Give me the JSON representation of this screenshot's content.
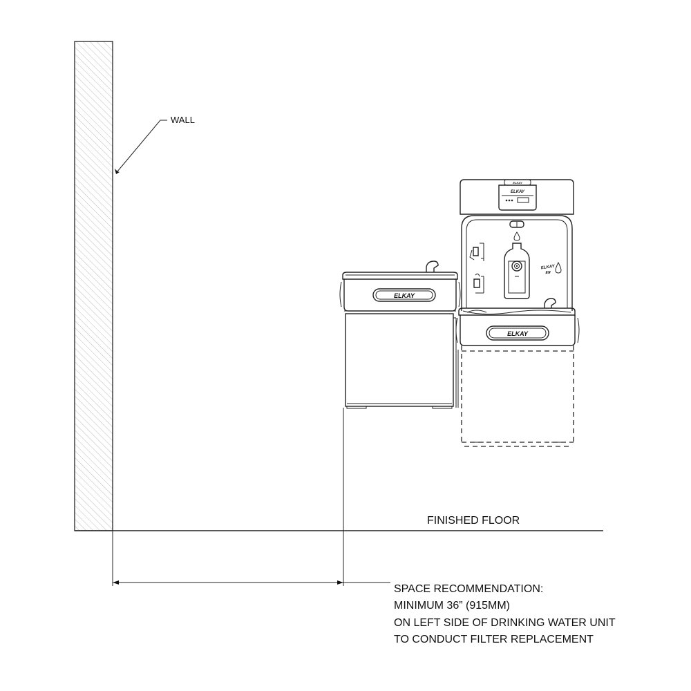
{
  "labels": {
    "wall": "WALL",
    "finished_floor": "FINISHED FLOOR",
    "note_line1": "SPACE RECOMMENDATION:",
    "note_line2": "MINIMUM 36” (915MM)",
    "note_line3": "ON LEFT SIDE OF DRINKING WATER UNIT",
    "note_line4": "TO CONDUCT FILTER REPLACEMENT"
  },
  "brand": {
    "name": "ELKAY",
    "small_badge": "ELKAY",
    "bottle_filler_logo": "ELKAY"
  },
  "colors": {
    "line": "#222222",
    "hatch": "#bbbbbb",
    "background": "#ffffff"
  }
}
